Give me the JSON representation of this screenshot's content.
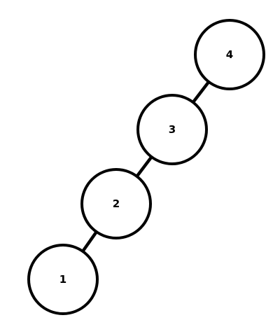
{
  "diagram": {
    "nodes": [
      {
        "id": "n4",
        "label": "4"
      },
      {
        "id": "n3",
        "label": "3"
      },
      {
        "id": "n2",
        "label": "2"
      },
      {
        "id": "n1",
        "label": "1"
      }
    ],
    "edges": [
      {
        "from": "4",
        "to": "3"
      },
      {
        "from": "3",
        "to": "2"
      },
      {
        "from": "2",
        "to": "1"
      }
    ],
    "colors": {
      "stroke": "#000000",
      "fill": "#ffffff",
      "background": "#ffffff"
    }
  }
}
